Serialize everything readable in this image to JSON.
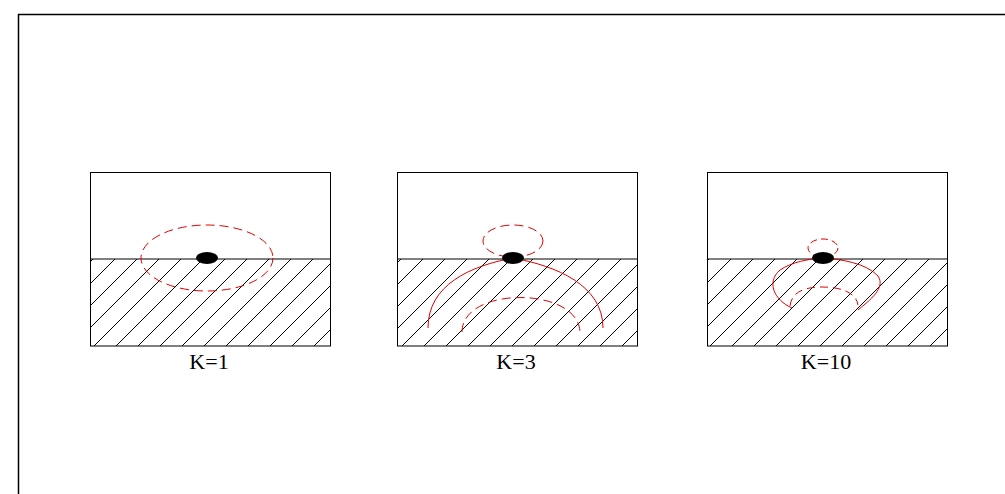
{
  "diagram": {
    "labels": [
      "K=1",
      "K=3",
      "K=10"
    ]
  }
}
